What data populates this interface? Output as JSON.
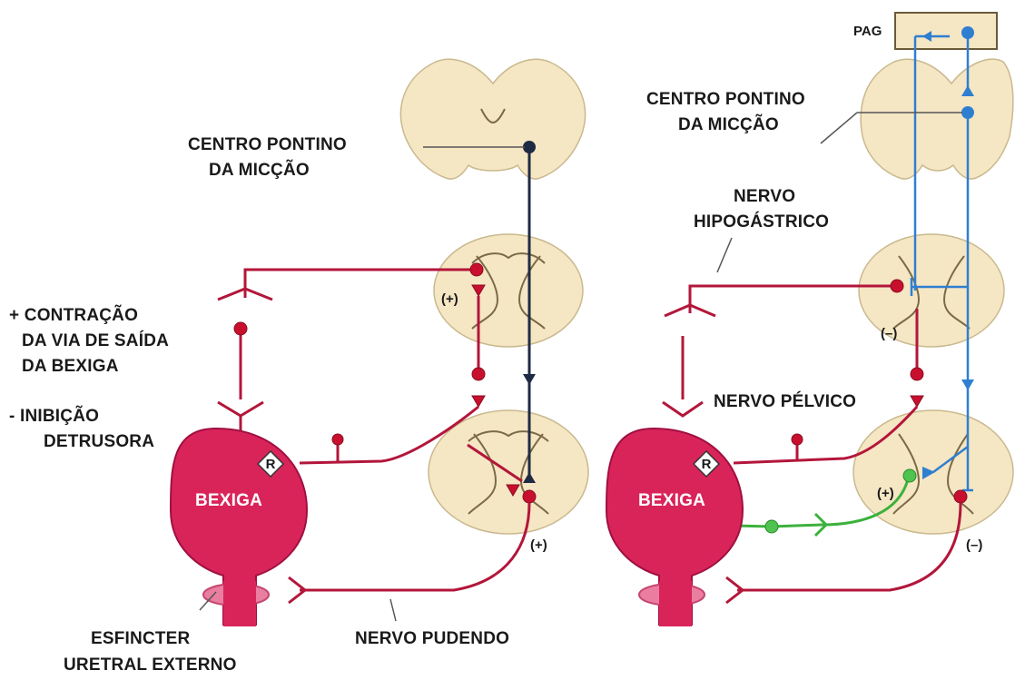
{
  "labels": {
    "pag": "PAG",
    "centro_pontino_left_1": "CENTRO PONTINO",
    "centro_pontino_left_2": "DA MICÇÃO",
    "centro_pontino_right_1": "CENTRO PONTINO",
    "centro_pontino_right_2": "DA MICÇÃO",
    "nervo_hipogastrico_1": "NERVO",
    "nervo_hipogastrico_2": "HIPOGÁSTRICO",
    "legend_contracao_1": "+ CONTRAÇÃO",
    "legend_contracao_2": "DA VIA DE SAÍDA",
    "legend_contracao_3": "DA BEXIGA",
    "legend_inibicao_1": "- INIBIÇÃO",
    "legend_inibicao_2": "DETRUSORA",
    "nervo_pelvico": "NERVO PÉLVICO",
    "bexiga_left": "BEXIGA",
    "bexiga_right": "BEXIGA",
    "receptor_left": "R",
    "receptor_right": "R",
    "nervo_pudendo": "NERVO PUDENDO",
    "esfincter_1": "ESFINCTER",
    "esfincter_2": "URETRAL EXTERNO",
    "sign_left_upper": "(+)",
    "sign_left_lower": "(+)",
    "sign_right_upper": "(–)",
    "sign_right_lower_plus": "(+)",
    "sign_right_lower_minus": "(–)"
  },
  "colors": {
    "excitatory_red": "#c8102e",
    "descending_dark": "#1f2a44",
    "inhibitory_blue": "#2f7fd1",
    "afferent_green": "#4fc24f",
    "spinal_cord": "#f5e6c4"
  }
}
